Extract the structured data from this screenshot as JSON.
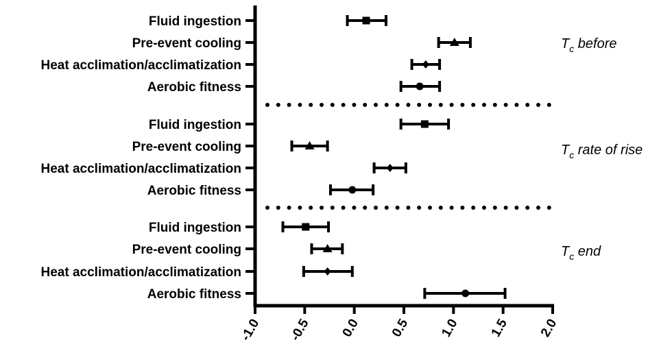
{
  "chart_data": {
    "type": "forest",
    "xlim": [
      -1.0,
      2.0
    ],
    "x_ticks": [
      "-1.0",
      "-0.5",
      "0.0",
      "0.5",
      "1.0",
      "1.5",
      "2.0"
    ],
    "groups": [
      {
        "symbol": "T",
        "subscript": "c",
        "label": "before",
        "rows": [
          {
            "label": "Fluid ingestion",
            "marker": "square",
            "mean": 0.12,
            "low": -0.07,
            "high": 0.32
          },
          {
            "label": "Pre-event cooling",
            "marker": "triangle",
            "mean": 1.01,
            "low": 0.85,
            "high": 1.17
          },
          {
            "label": "Heat acclimation/acclimatization",
            "marker": "diamond",
            "mean": 0.72,
            "low": 0.58,
            "high": 0.86
          },
          {
            "label": "Aerobic fitness",
            "marker": "circle",
            "mean": 0.66,
            "low": 0.47,
            "high": 0.86
          }
        ]
      },
      {
        "symbol": "T",
        "subscript": "c",
        "label": "rate of rise",
        "rows": [
          {
            "label": "Fluid ingestion",
            "marker": "square",
            "mean": 0.71,
            "low": 0.47,
            "high": 0.95
          },
          {
            "label": "Pre-event cooling",
            "marker": "triangle",
            "mean": -0.45,
            "low": -0.63,
            "high": -0.27
          },
          {
            "label": "Heat acclimation/acclimatization",
            "marker": "diamond",
            "mean": 0.36,
            "low": 0.2,
            "high": 0.52
          },
          {
            "label": "Aerobic fitness",
            "marker": "circle",
            "mean": -0.02,
            "low": -0.24,
            "high": 0.19
          }
        ]
      },
      {
        "symbol": "T",
        "subscript": "c",
        "label": "end",
        "rows": [
          {
            "label": "Fluid ingestion",
            "marker": "square",
            "mean": -0.49,
            "low": -0.72,
            "high": -0.26
          },
          {
            "label": "Pre-event cooling",
            "marker": "triangle",
            "mean": -0.27,
            "low": -0.43,
            "high": -0.12
          },
          {
            "label": "Heat acclimation/acclimatization",
            "marker": "diamond",
            "mean": -0.27,
            "low": -0.51,
            "high": -0.02
          },
          {
            "label": "Aerobic fitness",
            "marker": "circle",
            "mean": 1.12,
            "low": 0.71,
            "high": 1.52
          }
        ]
      }
    ]
  }
}
